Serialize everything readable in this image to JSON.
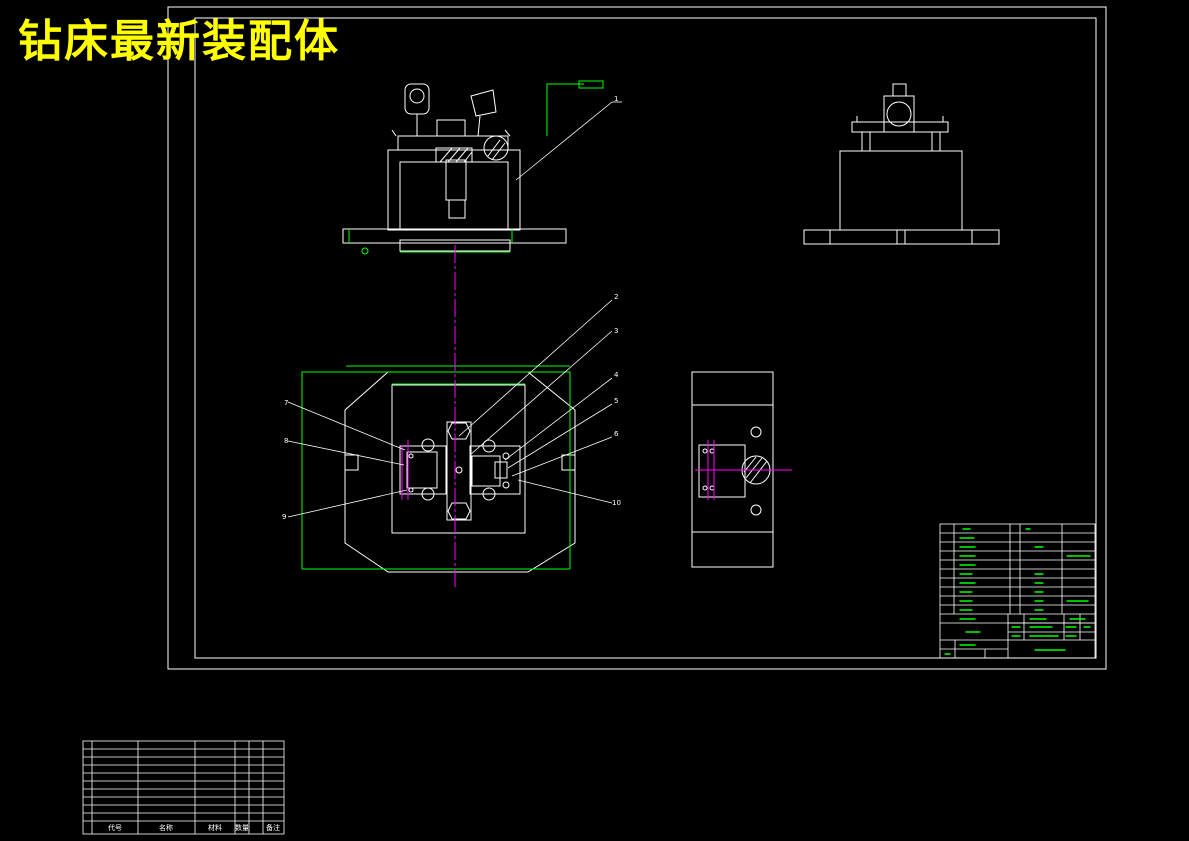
{
  "title": "钻床最新装配体",
  "colors": {
    "background": "#000000",
    "frame": "#ffffff",
    "geometry": "#ffffff",
    "dimension": "#00ff00",
    "centerline": "#ff00ff",
    "title_text": "#ffff00",
    "table_lines": "#ffffff",
    "table_text": "#00ff00"
  },
  "balloons": [
    "1",
    "2",
    "3",
    "4",
    "5",
    "6",
    "7",
    "8",
    "9",
    "10"
  ],
  "section_label": "",
  "title_block": {
    "drawing_title": "",
    "company": ""
  },
  "revision_table": {
    "headers": [
      "代号",
      "名称",
      "材料",
      "数量",
      "备注"
    ]
  }
}
